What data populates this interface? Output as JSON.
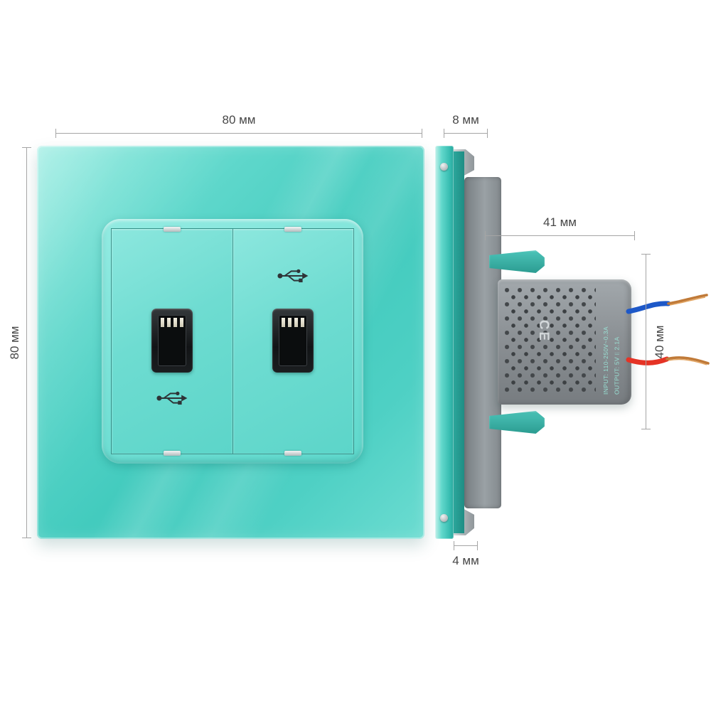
{
  "dims": {
    "front_width": "80 мм",
    "front_height": "80 мм",
    "side_thickness": "8 мм",
    "module_depth": "41 мм",
    "module_height": "40 мм",
    "glass_edge": "4 мм"
  },
  "power_module": {
    "ce_mark": "CE",
    "spec_line1": "INPUT: 110-250V~0.3A",
    "spec_line2": "OUTPUT: 5V⎓2.1A"
  },
  "icons": {
    "usb_symbol": "usb-trident-icon"
  },
  "colors": {
    "glass_green": "#4fd1c5",
    "module_face": "#7ce4da",
    "metal_gray": "#b9bec2",
    "box_gray": "#8e9296",
    "wire_blue": "#1d58c8",
    "wire_red": "#e53325",
    "copper": "#c07a38",
    "dimension_line": "#a5a5a5",
    "label_text": "#474747"
  }
}
